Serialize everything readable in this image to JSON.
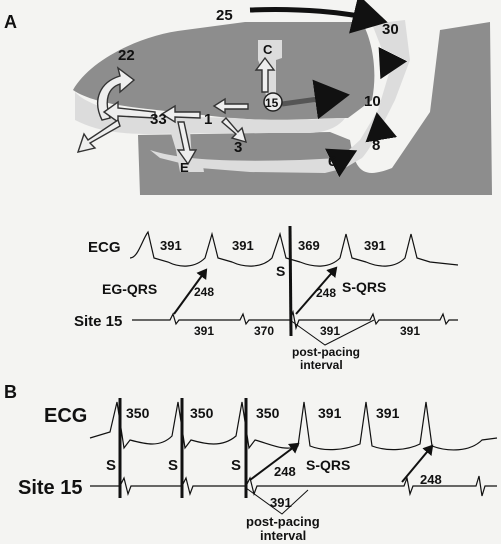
{
  "panel_a": {
    "label": "A",
    "sites": {
      "s25": "25",
      "s30": "30",
      "s22": "22",
      "sC": "C",
      "s15": "15",
      "s10": "10",
      "s33": "33",
      "s1": "1",
      "s3": "3",
      "sE": "E",
      "s8": "8",
      "s6": "6"
    },
    "ecg_label": "ECG",
    "ecg_intervals": [
      "391",
      "391",
      "369",
      "391"
    ],
    "site_label": "Site 15",
    "site_intervals": [
      "391",
      "370",
      "391",
      "391"
    ],
    "stim_label": "S",
    "eg_qrs_label": "EG-QRS",
    "eg_qrs_value": "248",
    "s_qrs_label": "S-QRS",
    "s_qrs_value": "248",
    "ppi_line1": "post-pacing",
    "ppi_line2": "interval"
  },
  "panel_b": {
    "label": "B",
    "ecg_label": "ECG",
    "ecg_intervals": [
      "350",
      "350",
      "350",
      "391",
      "391"
    ],
    "site_label": "Site 15",
    "stim_label": "S",
    "s_qrs_value": "248",
    "s_qrs_label": "S-QRS",
    "s_qrs_value_2": "248",
    "ppi_value": "391",
    "ppi_line1": "post-pacing",
    "ppi_line2": "interval"
  }
}
